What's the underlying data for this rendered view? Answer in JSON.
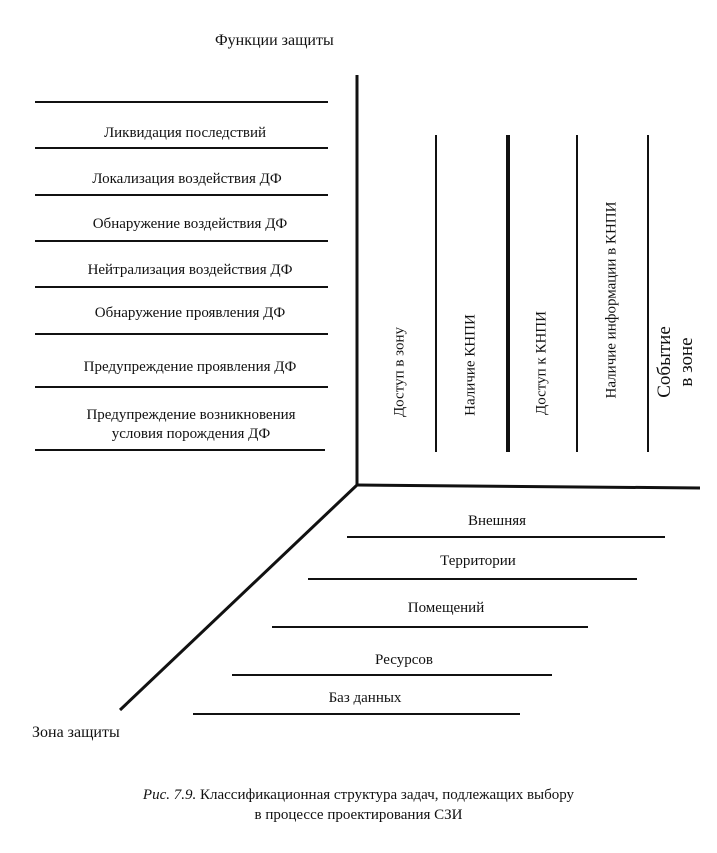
{
  "axes": {
    "functions_title": "Функции защиты",
    "zone_title": "Зона защиты"
  },
  "functions": [
    "Ликвидация последствий",
    "Локализация воздействия ДФ",
    "Обнаружение воздействия ДФ",
    "Нейтрализация воздействия ДФ",
    "Обнаружение проявления ДФ",
    "Предупреждение проявления ДФ",
    "Предупреждение возникновения условия порождения ДФ"
  ],
  "functions_last_lines": [
    "Предупреждение возникновения",
    "условия порождения ДФ"
  ],
  "events": [
    "Доступ в зону",
    "Наличие КНПИ",
    "Доступ к КНПИ",
    "Наличие информации в КНПИ"
  ],
  "events_label": [
    "Событие",
    "в зоне"
  ],
  "zones": [
    "Внешняя",
    "Территории",
    "Помещений",
    "Ресурсов",
    "Баз данных"
  ],
  "caption": {
    "prefix": "Рис. 7.9.",
    "line1": "Классификационная структура задач, подлежащих выбору",
    "line2": "в процессе проектирования СЗИ"
  }
}
